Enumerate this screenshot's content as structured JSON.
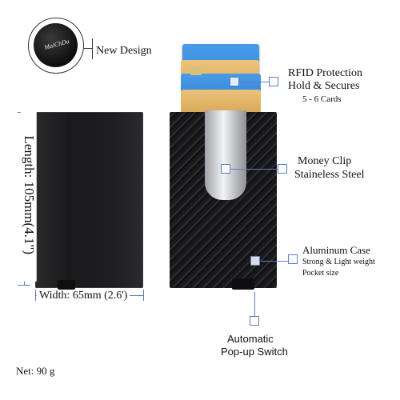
{
  "logo": {
    "brand_text": "MaiChDu"
  },
  "callouts": {
    "new_design": "New Design",
    "rfid_line1": "RFID Protection",
    "rfid_line2": "Hold & Secures",
    "rfid_line3": "5 - 6 Cards",
    "clip_line1": "Money Clip",
    "clip_line2": "Staineless Steel",
    "case_line1": "Aluminum Case",
    "case_line2": "Strong & Light weight",
    "case_line3": "Pocket size",
    "switch_line1": "Automatic",
    "switch_line2": "Pop-up Switch"
  },
  "dimensions": {
    "length": "Length: 105mm(4.1\")",
    "width": "Width: 65mm (2.6')"
  },
  "net_weight": "Net: 90 g",
  "colors": {
    "accent_line": "#5a7fc4",
    "case_dark": "#1c1c1e",
    "card_blue": "#3f8fe0",
    "card_gold": "#e0b46a"
  }
}
